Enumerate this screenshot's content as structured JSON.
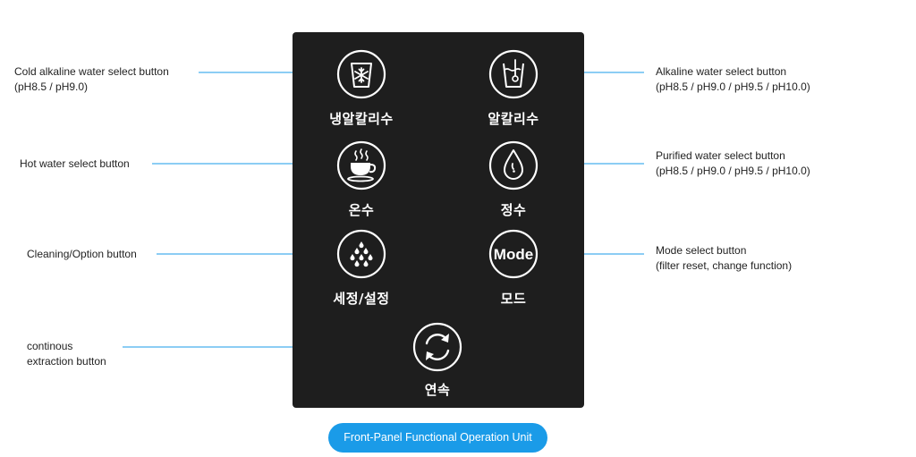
{
  "panel": {
    "buttons": [
      {
        "id": "cold-alkaline",
        "label": "냉알칼리수",
        "icon": "snowflake-cup-icon"
      },
      {
        "id": "alkaline",
        "label": "알칼리수",
        "icon": "alkaline-cup-icon"
      },
      {
        "id": "hot",
        "label": "온수",
        "icon": "steaming-cup-icon"
      },
      {
        "id": "purified",
        "label": "정수",
        "icon": "water-drop-icon"
      },
      {
        "id": "cleaning",
        "label": "세정/설정",
        "icon": "water-dots-icon"
      },
      {
        "id": "mode",
        "label": "모드",
        "icon": "mode-icon",
        "icon_text": "Mode"
      },
      {
        "id": "continuous",
        "label": "연속",
        "icon": "refresh-arrows-icon"
      }
    ]
  },
  "callouts": {
    "cold_alkaline": {
      "line1": "Cold alkaline water select button",
      "line2": "(pH8.5 / pH9.0)"
    },
    "hot": {
      "line1": "Hot water select button"
    },
    "cleaning": {
      "line1": "Cleaning/Option button"
    },
    "continuous": {
      "line1": "continous",
      "line2": "extraction button"
    },
    "alkaline": {
      "line1": "Alkaline water select button",
      "line2": "(pH8.5 / pH9.0 / pH9.5 / pH10.0)"
    },
    "purified": {
      "line1": "Purified water select button",
      "line2": "(pH8.5 / pH9.0 / pH9.5 / pH10.0)"
    },
    "mode": {
      "line1": "Mode select button",
      "line2": "(filter reset, change function)"
    }
  },
  "caption": "Front-Panel Functional Operation Unit",
  "colors": {
    "panel": "#1e1e1e",
    "accent": "#1a9be8",
    "icon_stroke": "#ffffff"
  }
}
